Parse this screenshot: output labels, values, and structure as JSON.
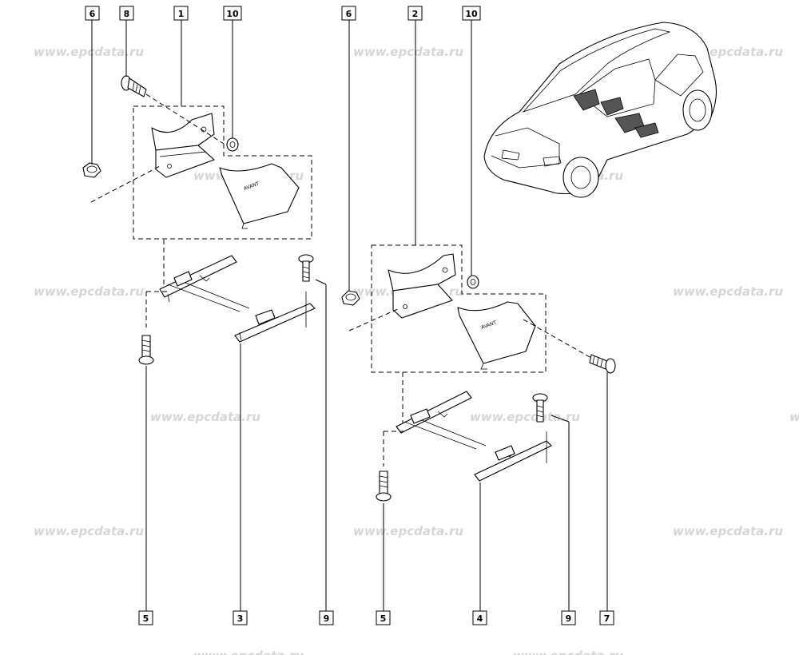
{
  "watermark": "www.epcdata.ru",
  "callouts": {
    "c6a": "6",
    "c8": "8",
    "c1": "1",
    "c10a": "10",
    "c6b": "6",
    "c2": "2",
    "c10b": "10",
    "c5a": "5",
    "c3": "3",
    "c9a": "9",
    "c5b": "5",
    "c4": "4",
    "c9b": "9",
    "c7": "7"
  }
}
